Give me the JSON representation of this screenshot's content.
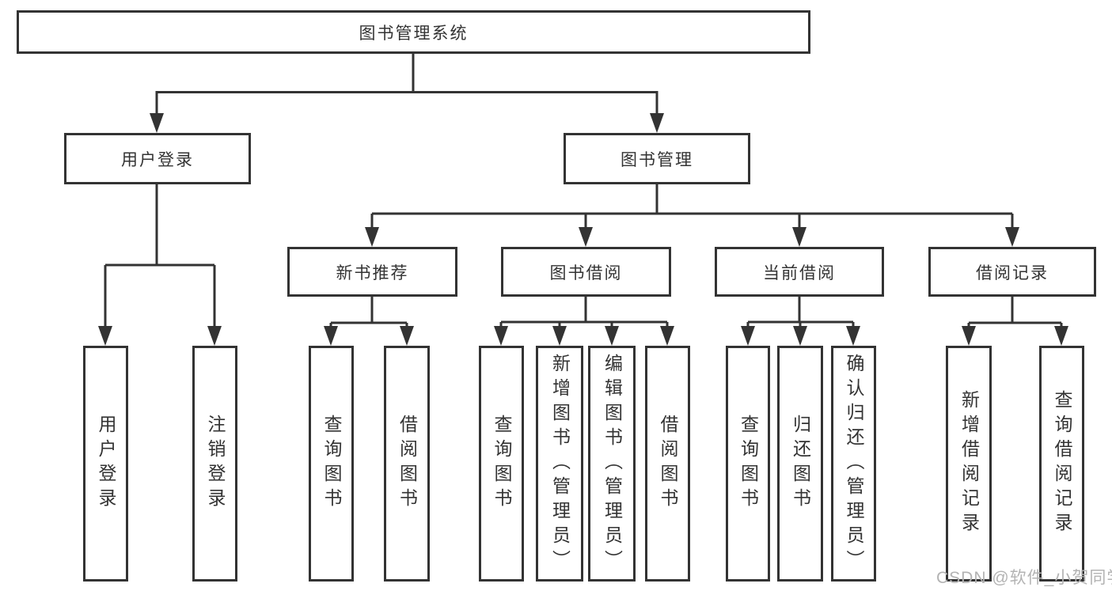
{
  "tree": {
    "root": {
      "label": "图书管理系统",
      "children": [
        {
          "label": "用户登录",
          "children": [
            {
              "label": "用户登录"
            },
            {
              "label": "注销登录"
            }
          ]
        },
        {
          "label": "图书管理",
          "children": [
            {
              "label": "新书推荐",
              "children": [
                {
                  "label": "查询图书"
                },
                {
                  "label": "借阅图书"
                }
              ]
            },
            {
              "label": "图书借阅",
              "children": [
                {
                  "label": "查询图书"
                },
                {
                  "label": "新增图书（管理员）"
                },
                {
                  "label": "编辑图书（管理员）"
                },
                {
                  "label": "借阅图书"
                }
              ]
            },
            {
              "label": "当前借阅",
              "children": [
                {
                  "label": "查询图书"
                },
                {
                  "label": "归还图书"
                },
                {
                  "label": "确认归还（管理员）"
                }
              ]
            },
            {
              "label": "借阅记录",
              "children": [
                {
                  "label": "新增借阅记录"
                },
                {
                  "label": "查询借阅记录"
                }
              ]
            }
          ]
        }
      ]
    }
  },
  "watermark": "CSDN @软件_小贺同学",
  "colors": {
    "line": "#333333",
    "box_border": "#333333",
    "box_background": "#ffffff",
    "text": "#333333",
    "watermark_text": "#b3b3b3"
  }
}
